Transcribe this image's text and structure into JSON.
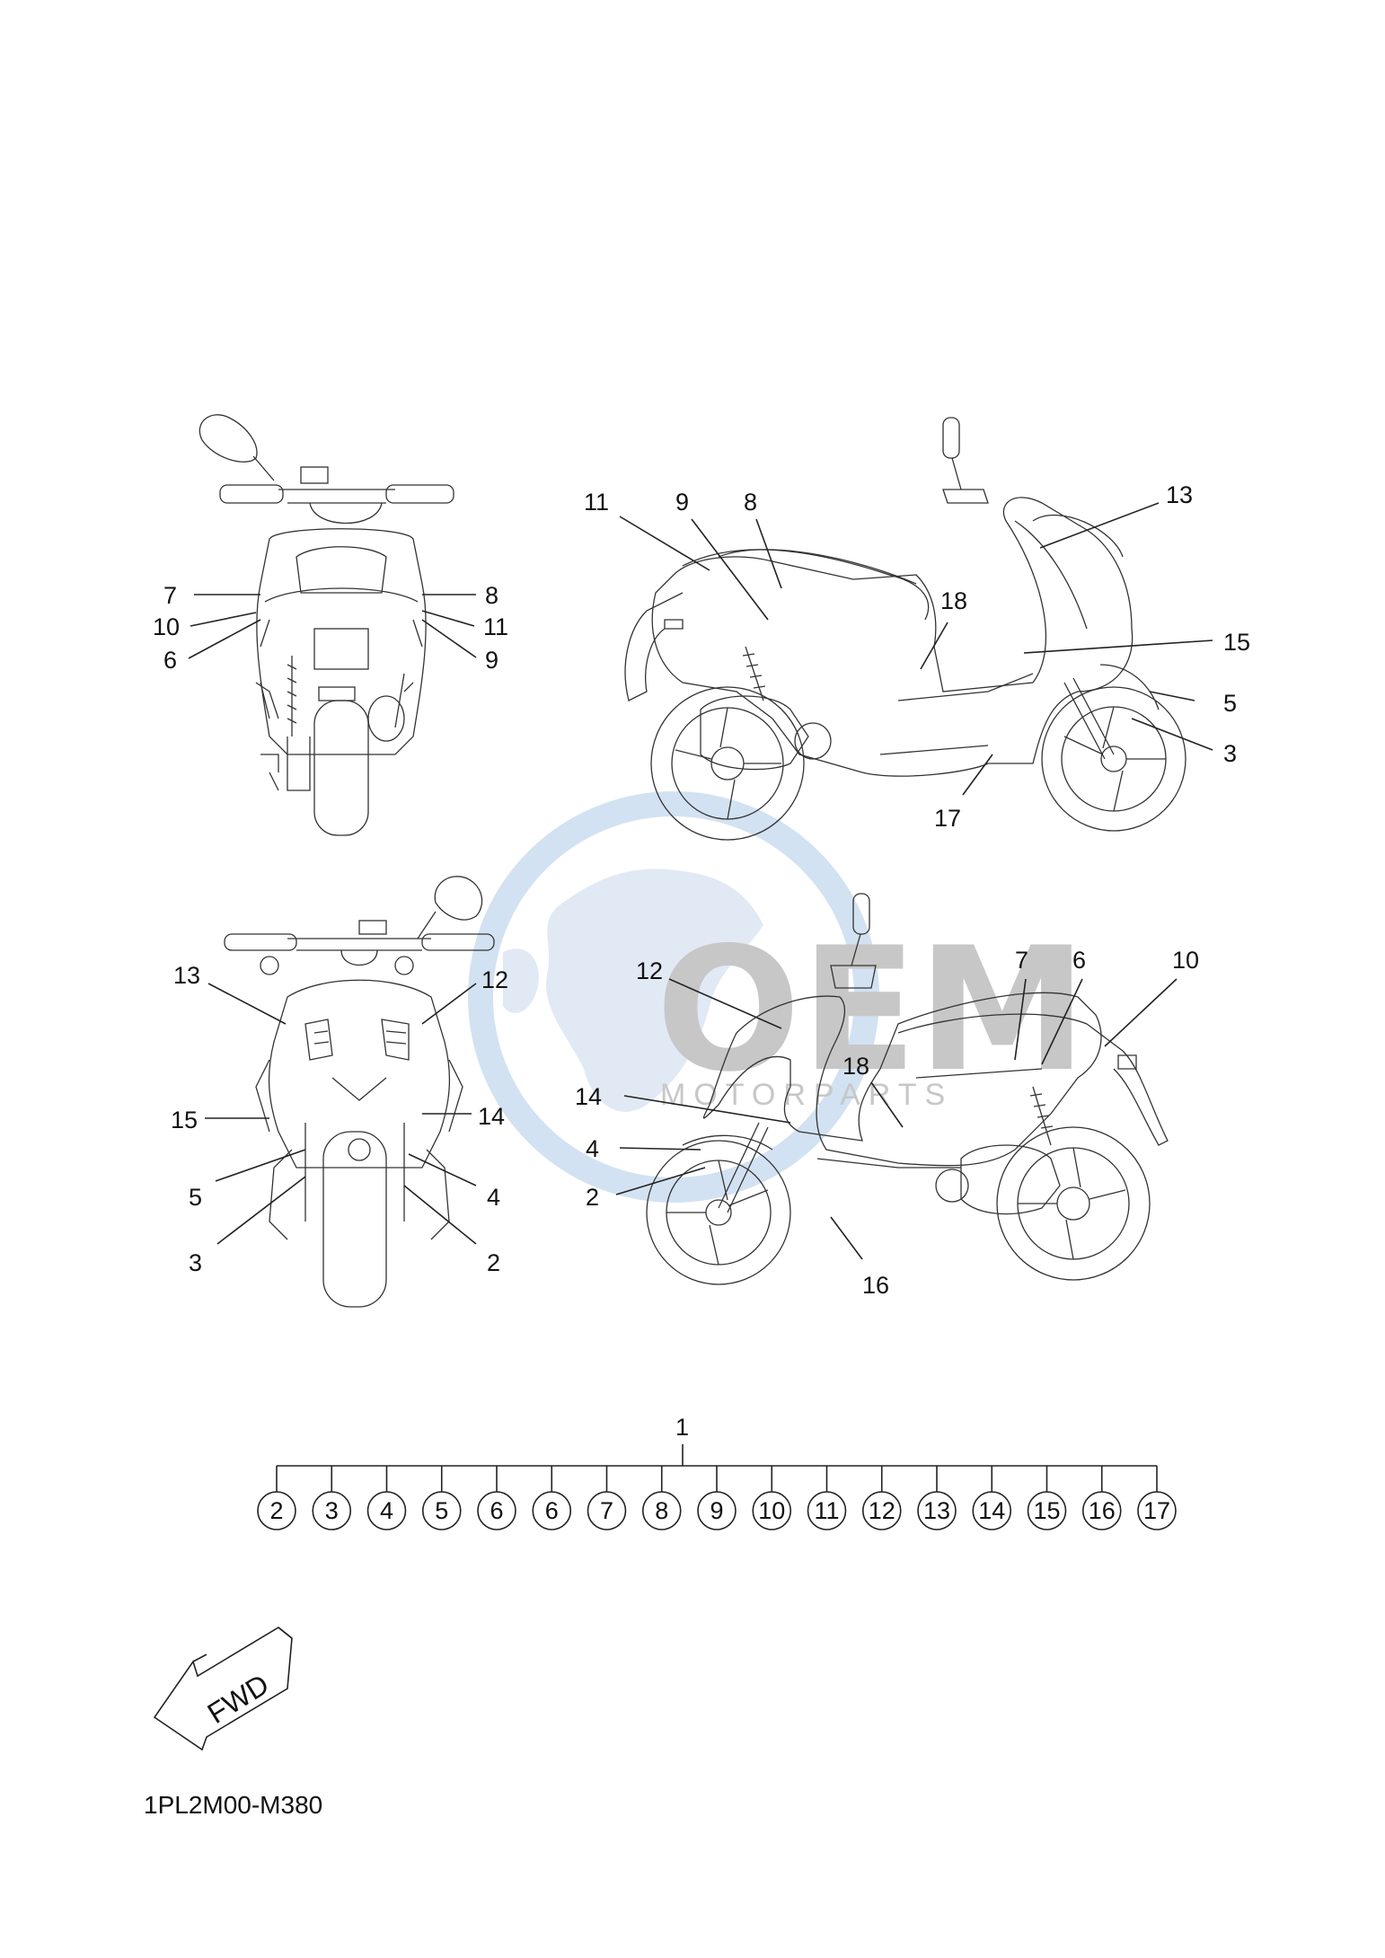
{
  "diagram_code": "1PL2M00-M380",
  "fwd_label": "FWD",
  "watermark": {
    "brand": "OEM",
    "sub": "MOTORPARTS",
    "colors": {
      "globe": "#aecbe8",
      "brand": "#9a9a9a"
    }
  },
  "assembly_label": "1",
  "bubbles": [
    "2",
    "3",
    "4",
    "5",
    "6",
    "6",
    "7",
    "8",
    "9",
    "10",
    "11",
    "12",
    "13",
    "14",
    "15",
    "16",
    "17"
  ],
  "views": {
    "rear": {
      "labels": [
        "7",
        "10",
        "6",
        "8",
        "11",
        "9"
      ]
    },
    "left_side": {
      "labels": [
        "11",
        "9",
        "8",
        "13",
        "18",
        "15",
        "5",
        "3",
        "17"
      ]
    },
    "front": {
      "labels": [
        "13",
        "12",
        "15",
        "14",
        "5",
        "4",
        "3",
        "2"
      ]
    },
    "right_side": {
      "labels": [
        "12",
        "7",
        "6",
        "10",
        "18",
        "14",
        "4",
        "2",
        "16"
      ]
    }
  }
}
